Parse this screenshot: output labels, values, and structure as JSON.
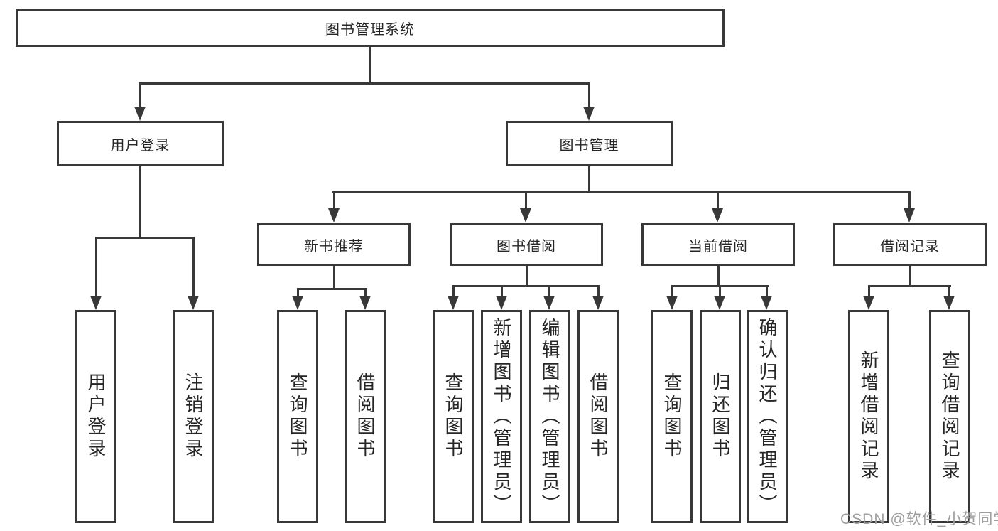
{
  "diagram": {
    "root": {
      "label": "图书管理系统",
      "children": [
        {
          "label": "用户登录",
          "children": [
            {
              "label": "用户登录"
            },
            {
              "label": "注销登录"
            }
          ]
        },
        {
          "label": "图书管理",
          "children": [
            {
              "label": "新书推荐",
              "children": [
                {
                  "label": "查询图书"
                },
                {
                  "label": "借阅图书"
                }
              ]
            },
            {
              "label": "图书借阅",
              "children": [
                {
                  "label": "查询图书"
                },
                {
                  "label": "新增图书（管理员）"
                },
                {
                  "label": "编辑图书（管理员）"
                },
                {
                  "label": "借阅图书"
                }
              ]
            },
            {
              "label": "当前借阅",
              "children": [
                {
                  "label": "查询图书"
                },
                {
                  "label": "归还图书"
                },
                {
                  "label": "确认归还（管理员）"
                }
              ]
            },
            {
              "label": "借阅记录",
              "children": [
                {
                  "label": "新增借阅记录"
                },
                {
                  "label": "查询借阅记录"
                }
              ]
            }
          ]
        }
      ]
    }
  },
  "watermark": {
    "text": "CSDN @软件_小贺同学"
  },
  "colors": {
    "line": "#383838",
    "text": "#262626",
    "watermark": "#9e9e9e",
    "background": "#ffffff"
  }
}
